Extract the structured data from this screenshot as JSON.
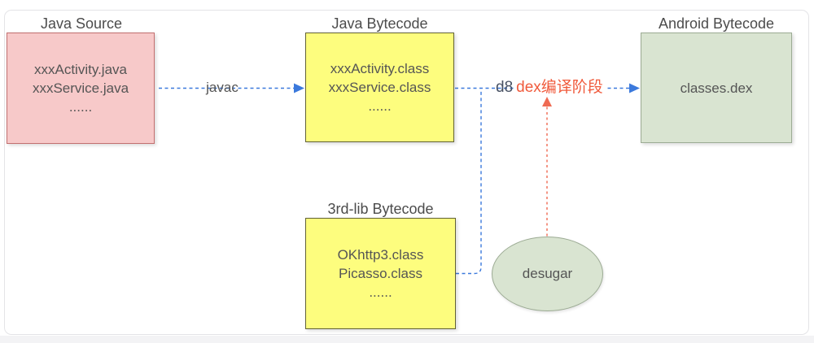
{
  "colors": {
    "blue": "#3b79dc",
    "red": "#f05a3c",
    "red_line": "#ef6a52",
    "gray_text": "#4c4c4c",
    "content_text": "#555555",
    "d8_text": "#475163",
    "pink_fill": "#f7c9c9",
    "pink_border": "#c26f6f",
    "yellow_fill": "#fdfd7e",
    "yellow_border": "#626236",
    "green_fill": "#d9e4d1",
    "green_border": "#9cab94",
    "card_bg": "#ffffff",
    "card_border": "#e4e4e7",
    "page_strip": "#f3f3f5"
  },
  "nodes": {
    "java_source": {
      "title": "Java Source",
      "lines": [
        "xxxActivity.java",
        "xxxService.java",
        "......"
      ]
    },
    "java_bytecode": {
      "title": "Java Bytecode",
      "lines": [
        "xxxActivity.class",
        "xxxService.class",
        "......"
      ]
    },
    "android_bytecode": {
      "title": "Android Bytecode",
      "lines": [
        "classes.dex"
      ]
    },
    "third_lib_bytecode": {
      "title": "3rd-lib Bytecode",
      "lines": [
        "OKhttp3.class",
        "Picasso.class",
        "......"
      ]
    },
    "desugar": {
      "label": "desugar"
    }
  },
  "edges": {
    "javac": {
      "label": "javac"
    },
    "d8": {
      "label": "d8",
      "stage_label": "dex编译阶段"
    }
  }
}
